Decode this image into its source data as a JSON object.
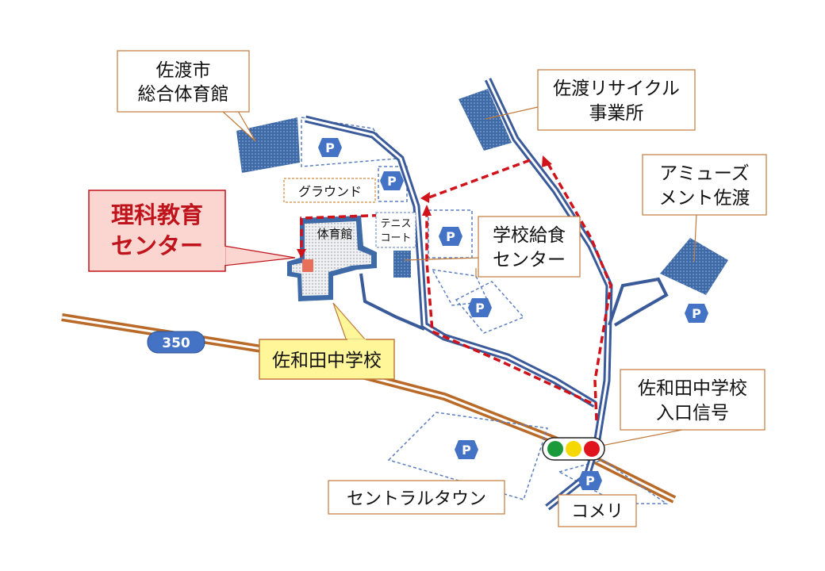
{
  "labels": {
    "city_gym_line1": "佐渡市",
    "city_gym_line2": "総合体育館",
    "recycle_line1": "佐渡リサイクル",
    "recycle_line2": "事業所",
    "amusement_line1": "アミューズ",
    "amusement_line2": "メント佐渡",
    "science_center_line1": "理科教育",
    "science_center_line2": "センター",
    "ground": "グラウンド",
    "gymnasium": "体育館",
    "tennis_line1": "テニス",
    "tennis_line2": "コート",
    "lunch_center_line1": "学校給食",
    "lunch_center_line2": "センター",
    "sawada_jhs": "佐和田中学校",
    "signal_line1": "佐和田中学校",
    "signal_line2": "入口信号",
    "central_town": "セントラルタウン",
    "komeri": "コメリ",
    "route_number": "350",
    "parking": "P"
  },
  "colors": {
    "road_blue": "#3a5a9a",
    "building_blue": "#3e6aa8",
    "route_red": "#d0121b",
    "highway_brown": "#b96a28",
    "parking_blue": "#4472c4",
    "callout_border": "#c07a3c",
    "science_callout_fill": "#fbd5d0",
    "school_callout_fill": "#fff599",
    "signal_green": "#1a9a3a",
    "signal_yellow": "#f5d800",
    "signal_red": "#e0141c"
  },
  "icons": [
    "parking-icon",
    "traffic-signal-icon",
    "route-shield-icon"
  ]
}
